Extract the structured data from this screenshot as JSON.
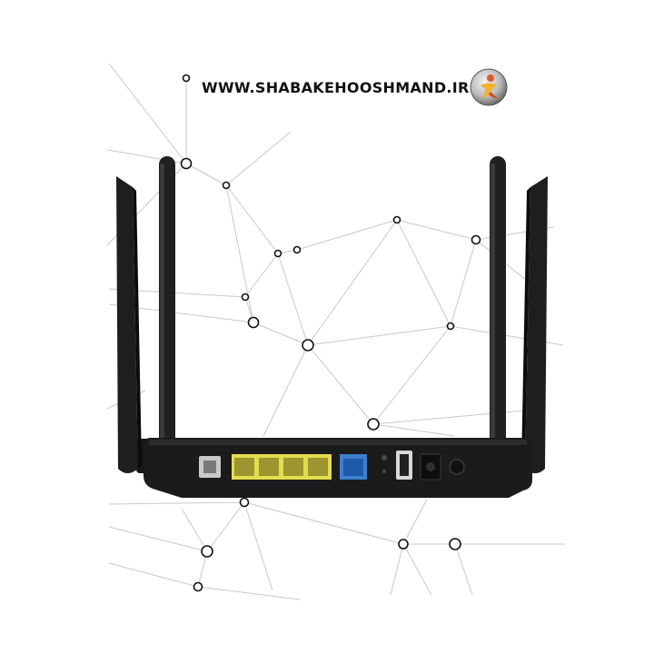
{
  "watermark": {
    "url_text": "WWW.SHABAKEHOOSHMAND.IR",
    "logo_icon": "shabake-hooshmand-logo"
  },
  "product": {
    "subject": "router-rear-view",
    "antenna_count": 4,
    "ports": {
      "phone_port_color": "#c9c9c9",
      "lan_port_count": 4,
      "lan_port_color": "#e3dc4c",
      "wan_port_color": "#3d7fd0",
      "body_color": "#1b1b1b"
    }
  },
  "background": {
    "network_line_color": "#c8c8c8",
    "node_color": "#111111"
  }
}
